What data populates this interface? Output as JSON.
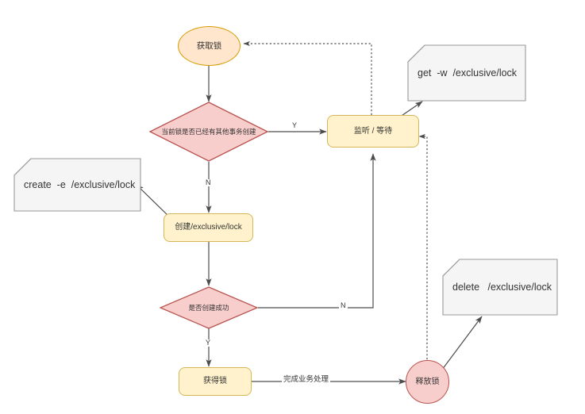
{
  "diagram": {
    "title": "ZooKeeper exclusive lock flowchart",
    "colors": {
      "terminator_fill": "#ffe6cc",
      "terminator_stroke": "#d79b00",
      "decision_fill": "#f8cecc",
      "decision_stroke": "#b85450",
      "process_fill": "#fff2cc",
      "process_stroke": "#d6b656",
      "circle_fill": "#f8cecc",
      "circle_stroke": "#b85450",
      "note_fill": "#f5f5f5",
      "note_stroke": "#999999",
      "edge_stroke": "#4d4d4d",
      "text": "#333333",
      "background": "#ffffff"
    },
    "nodes": {
      "start": {
        "label": "获取锁",
        "shape": "ellipse"
      },
      "decision_exists": {
        "label": "当前锁是否已经有其他事务创建",
        "shape": "diamond"
      },
      "watch_wait": {
        "label": "监听 / 等待",
        "shape": "rounded-rect"
      },
      "create_lock": {
        "label": "创建/exclusive/lock",
        "shape": "rounded-rect"
      },
      "decision_created": {
        "label": "是否创建成功",
        "shape": "diamond"
      },
      "got_lock": {
        "label": "获得锁",
        "shape": "rounded-rect"
      },
      "release_lock": {
        "label": "释放锁",
        "shape": "circle"
      }
    },
    "notes": {
      "create_cmd": {
        "label": "create  -e  /exclusive/lock"
      },
      "get_watch_cmd": {
        "label": "get  -w  /exclusive/lock"
      },
      "delete_cmd": {
        "label": "delete   /exclusive/lock"
      }
    },
    "edge_labels": {
      "exists_yes": "Y",
      "exists_no": "N",
      "created_yes": "Y",
      "created_no": "N",
      "business_done": "完成业务处理"
    }
  }
}
